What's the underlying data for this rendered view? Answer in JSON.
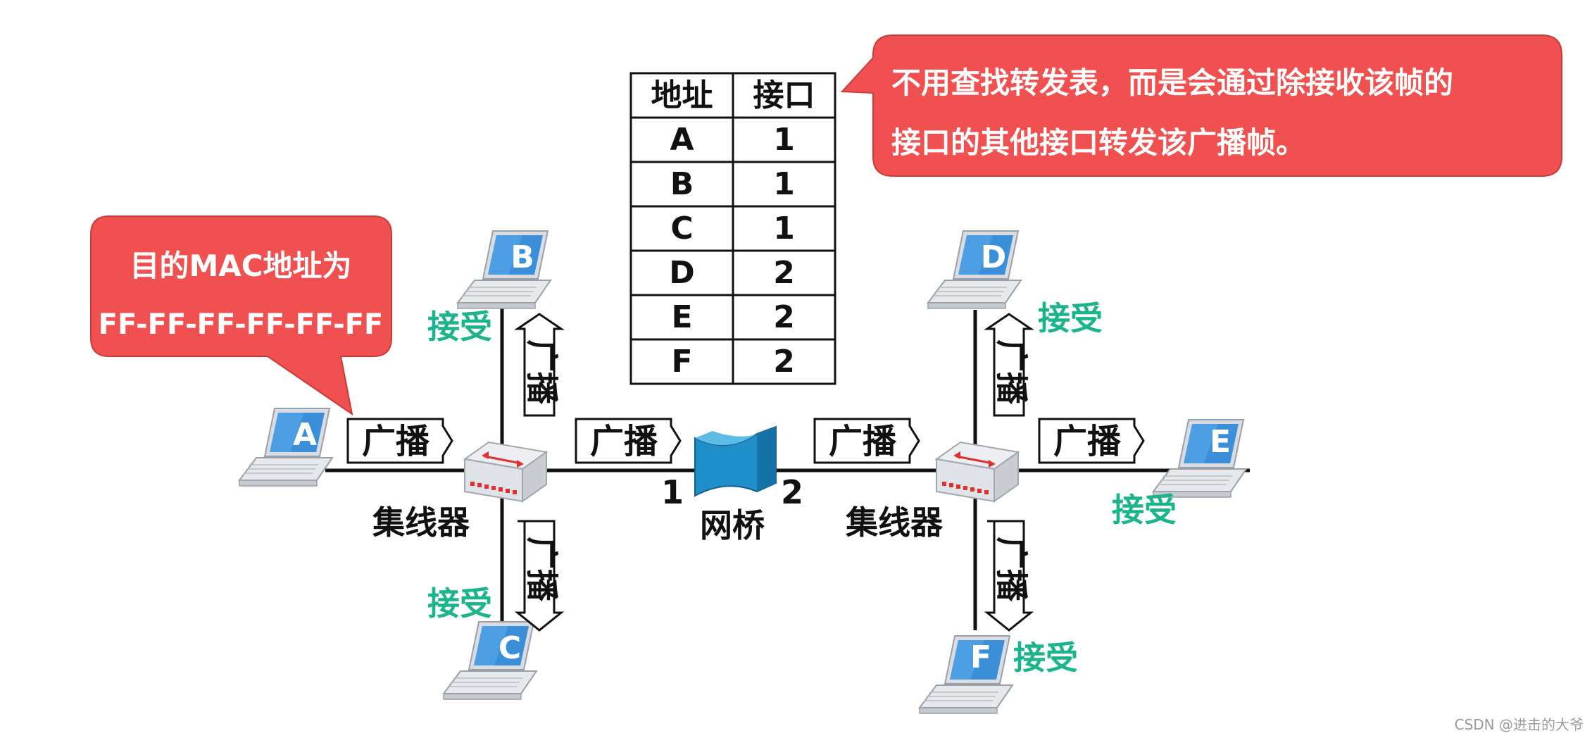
{
  "callout_left": {
    "line1": "目的MAC地址为",
    "line2": "FF-FF-FF-FF-FF-FF"
  },
  "callout_right": {
    "line1": "不用查找转发表，而是会通过除接收该帧的",
    "line2": "接口的其他接口转发该广播帧。"
  },
  "table": {
    "headers": [
      "地址",
      "接口"
    ],
    "rows": [
      [
        "A",
        "1"
      ],
      [
        "B",
        "1"
      ],
      [
        "C",
        "1"
      ],
      [
        "D",
        "2"
      ],
      [
        "E",
        "2"
      ],
      [
        "F",
        "2"
      ]
    ]
  },
  "hosts": {
    "A": "A",
    "B": "B",
    "C": "C",
    "D": "D",
    "E": "E",
    "F": "F"
  },
  "labels": {
    "hub_left": "集线器",
    "hub_right": "集线器",
    "bridge": "网桥",
    "port1": "1",
    "port2": "2",
    "broadcast": "广播",
    "accept": "接受"
  },
  "watermark": "CSDN @进击的大爷",
  "colors": {
    "callout": "#f05050",
    "accept_text": "#1bb48c",
    "host_screen": "#3a8fd8",
    "bridge": "#1e8fc8",
    "hub_led": "#e03030"
  }
}
